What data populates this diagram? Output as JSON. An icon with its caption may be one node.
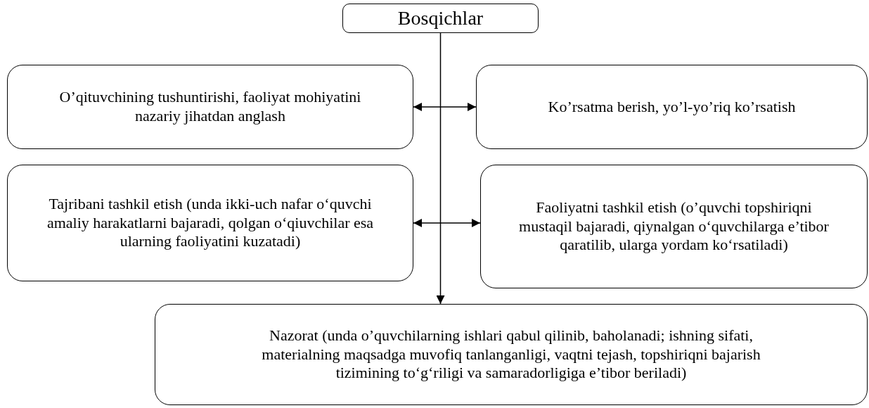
{
  "diagram": {
    "nodes": [
      {
        "text": [
          "Bosqichlar"
        ]
      },
      {
        "text": [
          "O’qituvchining tushuntirishi, faoliyat mohiyatini nazariy jihatdan anglash"
        ]
      },
      {
        "text": [
          "Ko’rsatma berish, yo’l-yo’riq ko’rsatish"
        ]
      },
      {
        "text": [
          "Tajribani tashkil etish  (unda ikki-uch nafar o‘quvchi amaliy harakatlarni bajaradi, qolgan o‘qiuvchilar esa ularning faoliyatini kuzatadi)"
        ]
      },
      {
        "text": [
          "Faoliyatni tashkil etish (o’quvchi topshiriqni mustaqil bajaradi, qiynalgan o‘quvchilarga e’tibor qaratilib, ularga yordam ko‘rsatiladi)"
        ]
      },
      {
        "text": [
          "Nazorat (unda o’quvchilarning ishlari qabul qilinib, baholanadi; ishning sifati, materialning maqsadga muvofiq tanlanganligi, vaqtni tejash, topshiriqni bajarish tizimining to‘g‘riligi va samaradorligiga e’tibor beriladi)"
        ]
      }
    ],
    "edges": [
      {
        "from": 0,
        "to": 5,
        "arrow": "to"
      },
      {
        "from": 1,
        "to": 2,
        "arrow": "both"
      },
      {
        "from": 3,
        "to": 4,
        "arrow": "both"
      }
    ]
  }
}
